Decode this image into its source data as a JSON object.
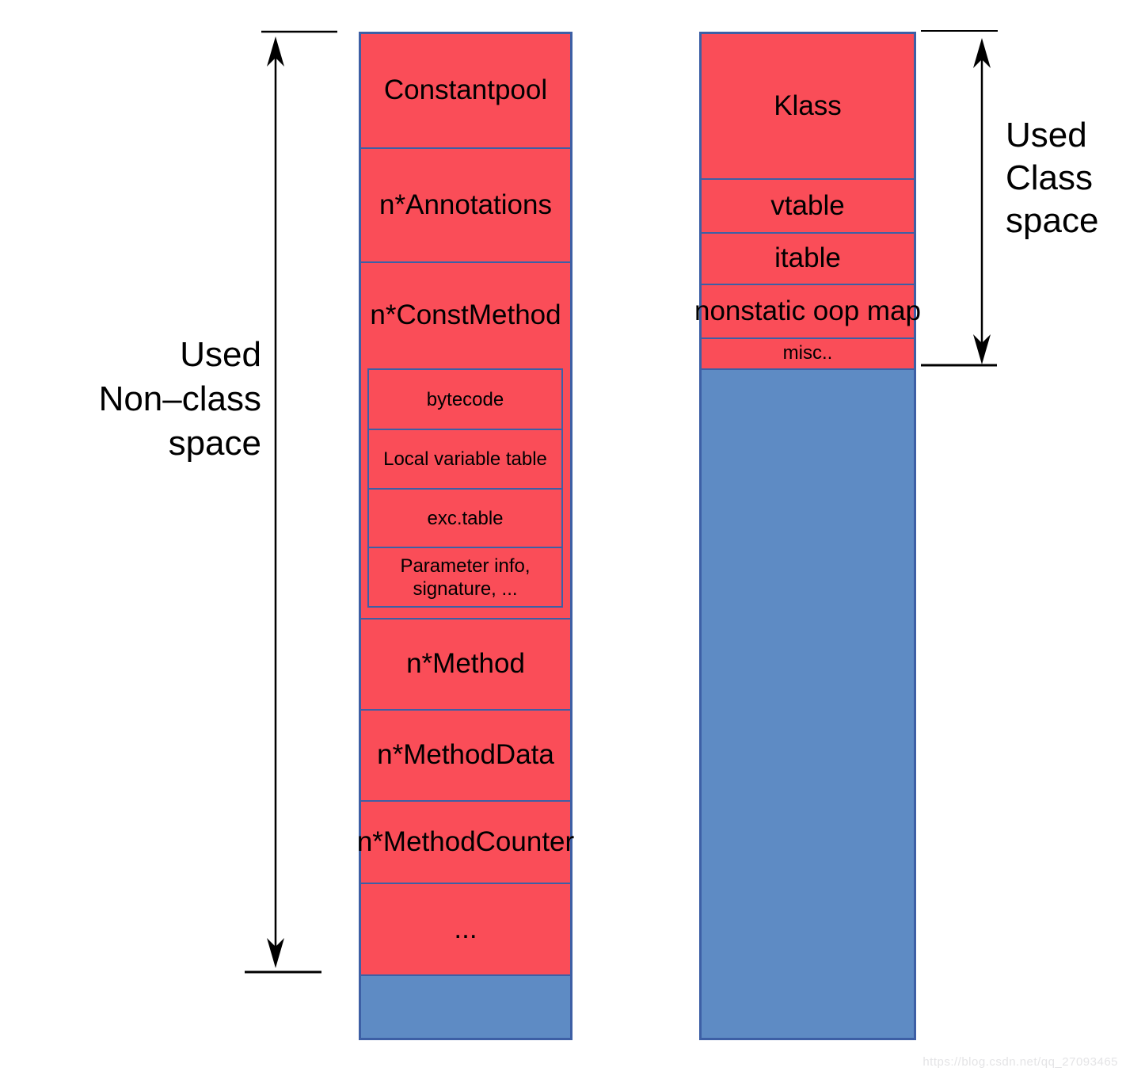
{
  "colors": {
    "used_fill": "#FA4D58",
    "free_fill": "#5E8BC4",
    "border": "#3D5FA5"
  },
  "left_label": {
    "lines": [
      "Used",
      "Non–class",
      "space"
    ]
  },
  "right_label": {
    "lines": [
      "Used",
      "Class",
      "space"
    ]
  },
  "left_column": {
    "constantpool": "Constantpool",
    "annotations": "n*Annotations",
    "constmethod": "n*ConstMethod",
    "bytecode": "bytecode",
    "local_variable_table": "Local variable table",
    "exc_table": "exc.table",
    "parameter_info": "Parameter info, signature, ...",
    "method": "n*Method",
    "methoddata": "n*MethodData",
    "methodcounter": "n*MethodCounter",
    "ellipsis": "..."
  },
  "right_column": {
    "klass": "Klass",
    "vtable": "vtable",
    "itable": "itable",
    "nonstatic_oop_map": "nonstatic oop map",
    "misc": "misc.."
  },
  "watermark": "https://blog.csdn.net/qq_27093465"
}
